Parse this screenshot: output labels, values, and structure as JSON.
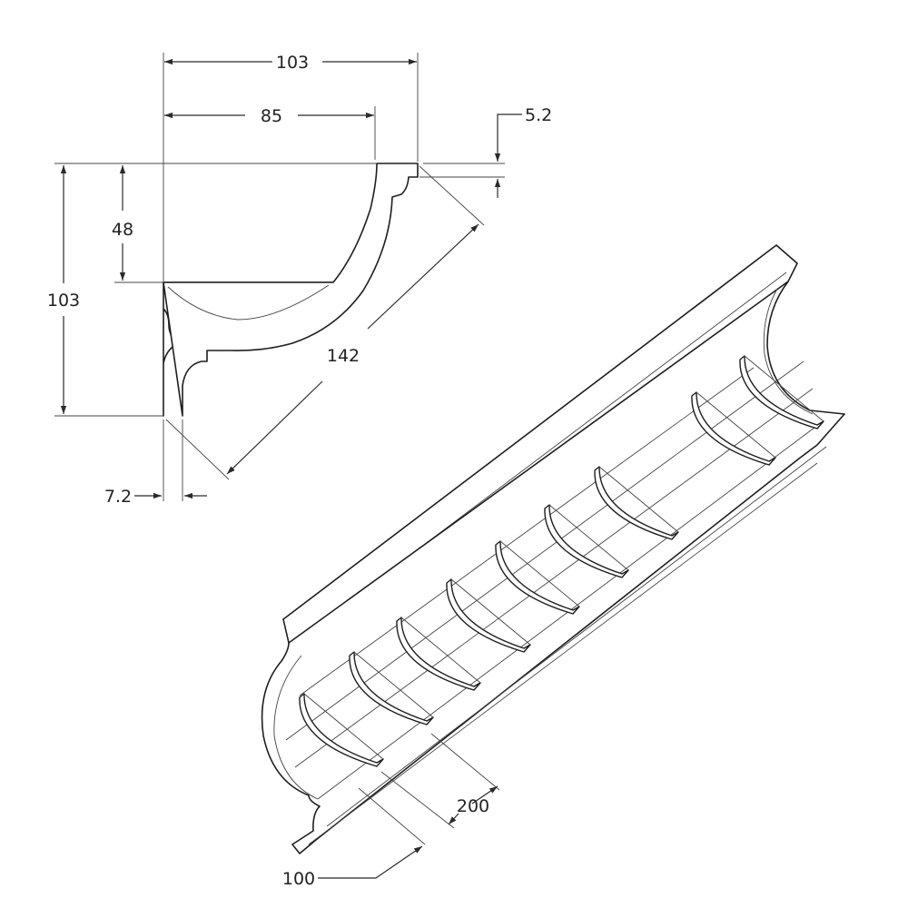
{
  "dimensions": {
    "total_width": "103",
    "inner_width": "85",
    "top_offset": "5.2",
    "shelf_height": "48",
    "total_height": "103",
    "diagonal": "142",
    "base_thickness": "7.2",
    "fin_spacing": "200",
    "end_offset": "100"
  },
  "colors": {
    "line": "#1e1e1e",
    "background": "#ffffff"
  }
}
